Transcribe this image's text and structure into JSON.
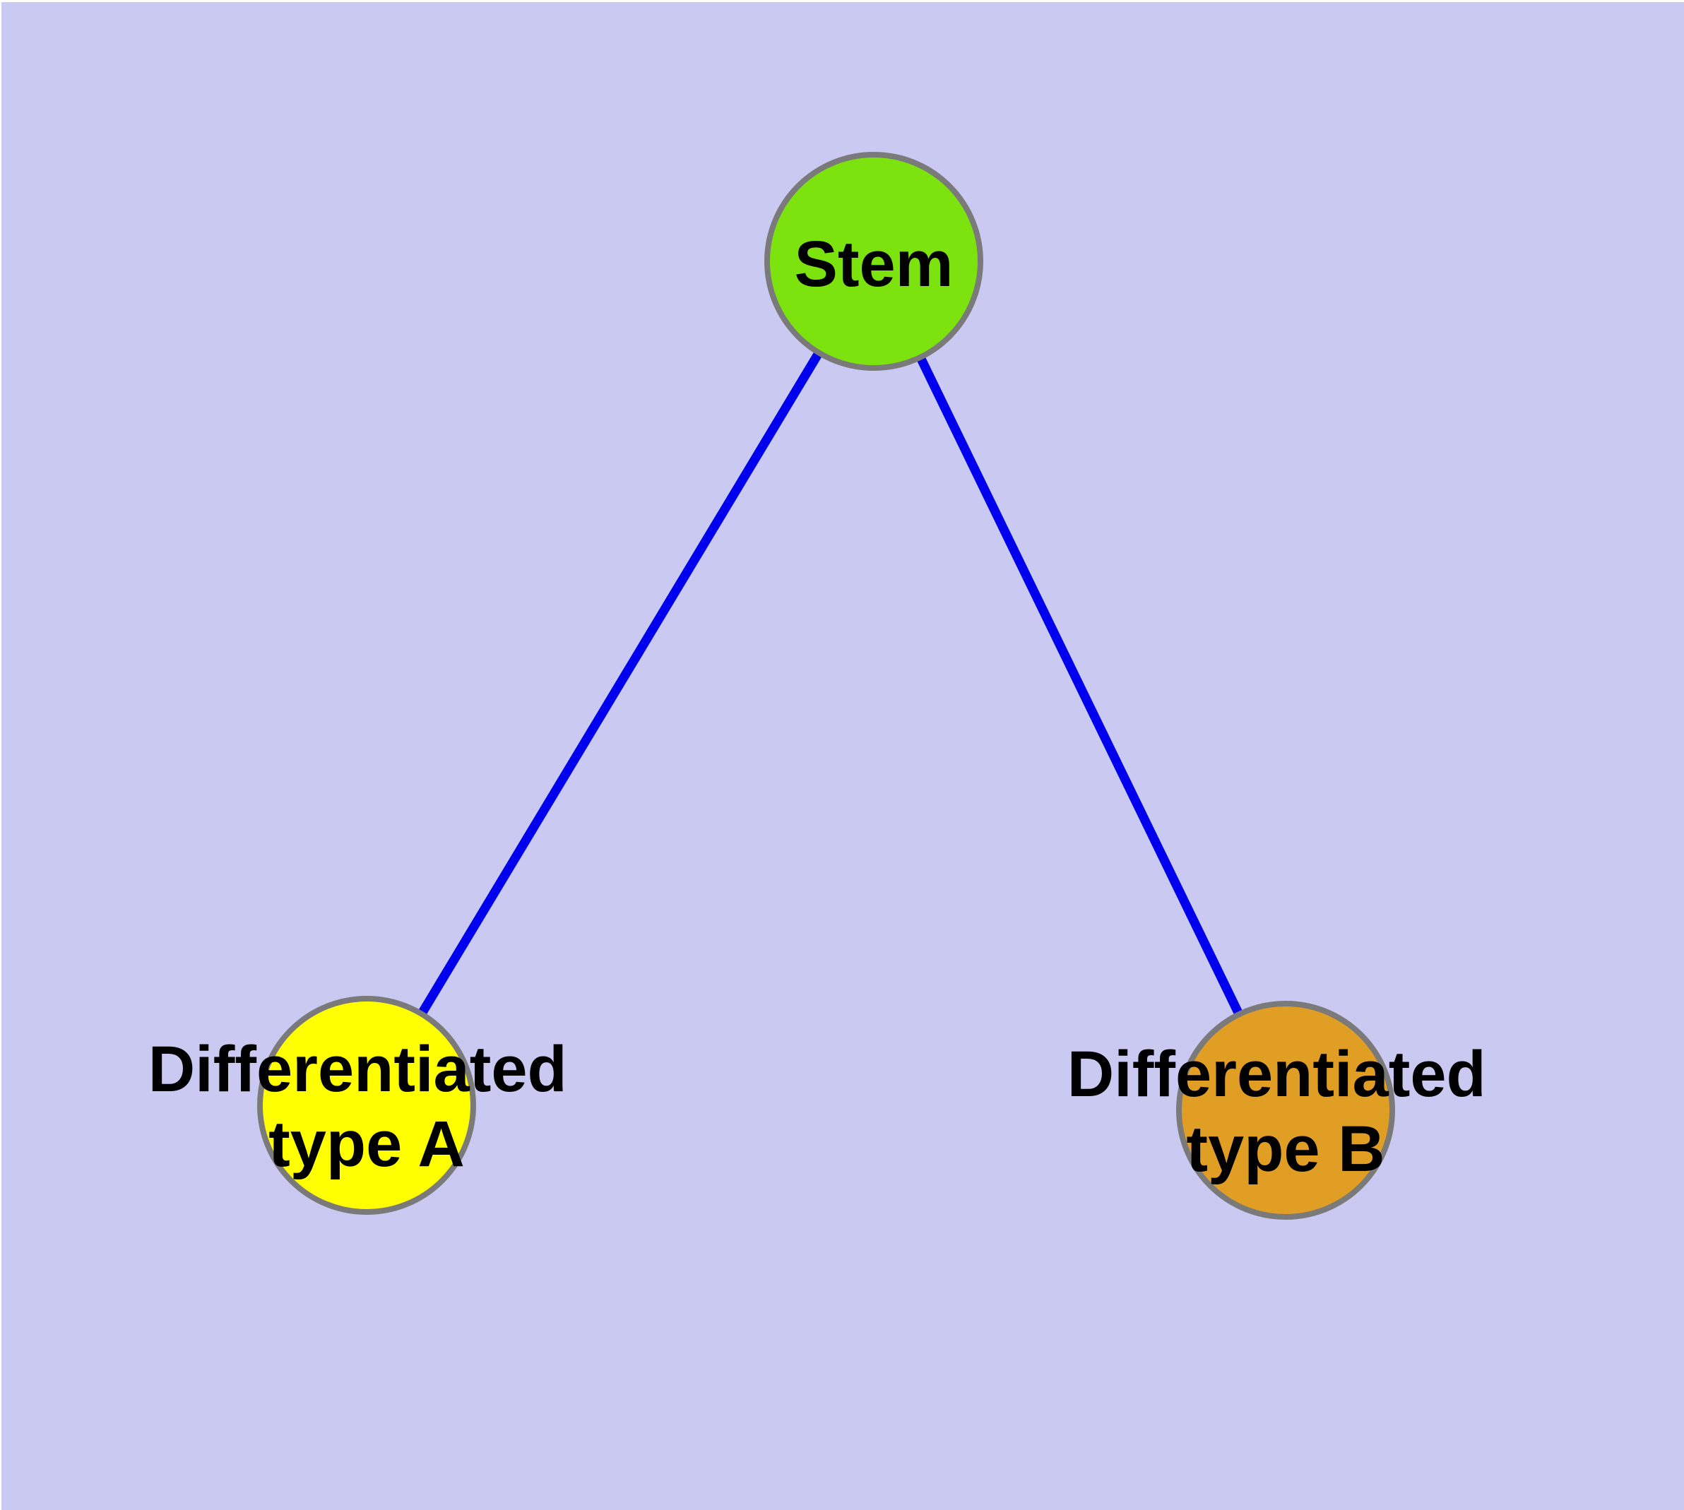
{
  "diagram": {
    "type": "graph",
    "background_color": "#C9C9F2",
    "frame_color": "#ffffff",
    "edge_color": "#0000EE",
    "node_border_color": "#7A7A7A",
    "label_color": "#000000",
    "nodes": [
      {
        "id": "stem",
        "label": "Stem",
        "color": "#7DE30E"
      },
      {
        "id": "type-a",
        "label": "Differentiated type A",
        "label_lines": [
          "Differentiated",
          "type A"
        ],
        "color": "#FFFF00"
      },
      {
        "id": "type-b",
        "label": "Differentiated type B",
        "label_lines": [
          "Differentiated",
          "type B"
        ],
        "color": "#E09E24"
      }
    ],
    "edges": [
      {
        "from": "Stem",
        "to": "Differentiated type A"
      },
      {
        "from": "Stem",
        "to": "Differentiated type B"
      }
    ]
  }
}
